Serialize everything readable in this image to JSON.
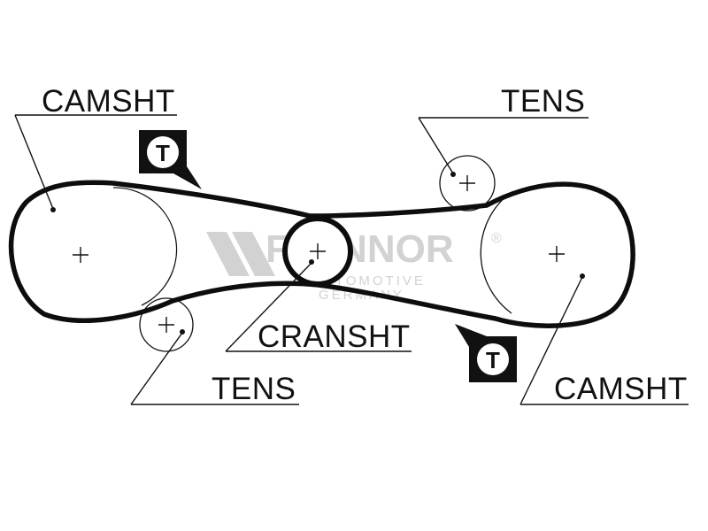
{
  "labels": {
    "camshaft_left": "CAMSHT",
    "camshaft_right": "CAMSHT",
    "tensioner_top": "TENS",
    "tensioner_bottom": "TENS",
    "crankshaft": "CRANSHT"
  },
  "markers": {
    "top_marker": "T",
    "bottom_marker": "T"
  },
  "watermark": {
    "brand": "FLENNOR",
    "registered": "®",
    "line1": "AUTOMOTIVE",
    "line2": "GERMANY"
  },
  "icons": [
    "timing-mark-t-icon",
    "center-cross-icon",
    "brand-logo-icon"
  ],
  "colors": {
    "ink": "#111111",
    "background": "#ffffff",
    "watermark": "#d2d2d2"
  }
}
